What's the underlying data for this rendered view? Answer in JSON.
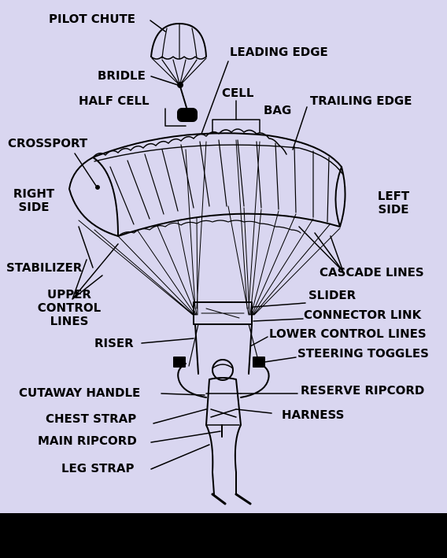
{
  "colors": {
    "background": "#d9d6f0",
    "ink": "#000000",
    "bottom_bar": "#000000"
  },
  "labels": {
    "pilot_chute": "PILOT CHUTE",
    "leading_edge": "LEADING EDGE",
    "bridle": "BRIDLE",
    "half_cell": "HALF CELL",
    "cell": "CELL",
    "bag": "BAG",
    "trailing_edge": "TRAILING EDGE",
    "crossport": "CROSSPORT",
    "right_side_1": "RIGHT",
    "right_side_2": "SIDE",
    "left_side_1": "LEFT",
    "left_side_2": "SIDE",
    "stabilizer": "STABILIZER",
    "cascade_lines": "CASCADE LINES",
    "upper_control_lines_1": "UPPER",
    "upper_control_lines_2": "CONTROL",
    "upper_control_lines_3": "LINES",
    "slider": "SLIDER",
    "connector_link": "CONNECTOR LINK",
    "riser": "RISER",
    "lower_control_lines": "LOWER CONTROL LINES",
    "steering_toggles": "STEERING TOGGLES",
    "cutaway_handle": "CUTAWAY HANDLE",
    "reserve_ripcord": "RESERVE RIPCORD",
    "chest_strap": "CHEST STRAP",
    "harness": "HARNESS",
    "main_ripcord": "MAIN RIPCORD",
    "leg_strap": "LEG STRAP"
  }
}
